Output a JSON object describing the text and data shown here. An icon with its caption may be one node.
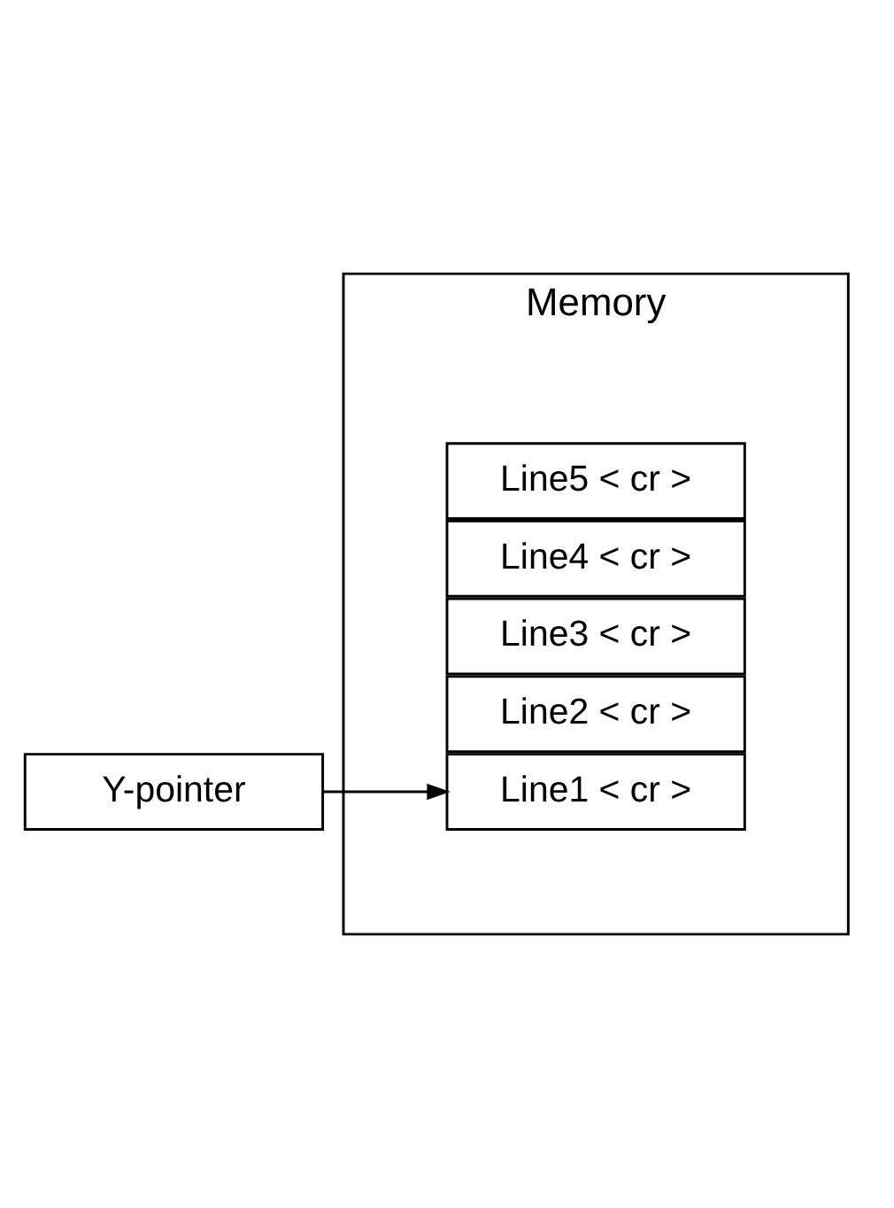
{
  "diagram": {
    "nodes": [
      {
        "text": [
          "Memory"
        ]
      },
      {
        "text": [
          "Y-pointer"
        ]
      },
      {
        "text": [
          "Line1 < cr >"
        ],
        "in": 0
      },
      {
        "text": [
          "Line2 < cr >"
        ],
        "in": 0
      },
      {
        "text": [
          "Line3 < cr >"
        ],
        "in": 0
      },
      {
        "text": [
          "Line4 < cr >"
        ],
        "in": 0
      },
      {
        "text": [
          "Line5 < cr >"
        ],
        "in": 0
      }
    ],
    "edges": [
      {
        "from": 1,
        "to": 2,
        "arrow": "to"
      }
    ]
  }
}
